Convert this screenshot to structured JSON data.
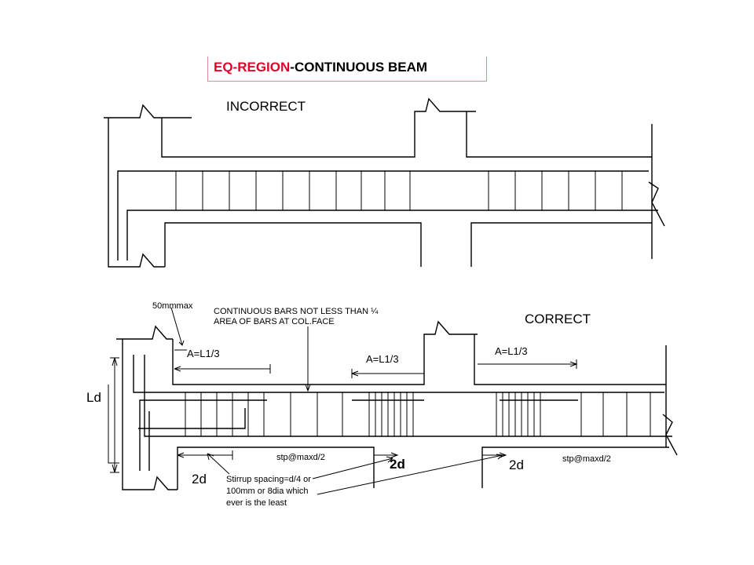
{
  "title": {
    "highlight": "EQ-REGION",
    "rest": "-CONTINUOUS BEAM",
    "highlight_color": "#e0002a",
    "border_color": "#e3879b"
  },
  "incorrect": {
    "label": "INCORRECT"
  },
  "correct": {
    "label": "CORRECT",
    "max_label": "50mmmax",
    "note_continuous_line1": "CONTINUOUS BARS NOT LESS THAN ¼",
    "note_continuous_line2": "AREA OF BARS AT COL.FACE",
    "a_left": "A=L1/3",
    "a_mid": "A=L1/3",
    "a_right": "A=L1/3",
    "ld": "Ld",
    "two_d_left": "2d",
    "two_d_mid": "2d",
    "two_d_right": "2d",
    "stp_left": "stp@maxd/2",
    "stp_right": "stp@maxd/2",
    "stirrup_line1": "Stirrup spacing=d/4 or",
    "stirrup_line2": "100mm or 8dia which",
    "stirrup_line3": "ever is the least"
  }
}
